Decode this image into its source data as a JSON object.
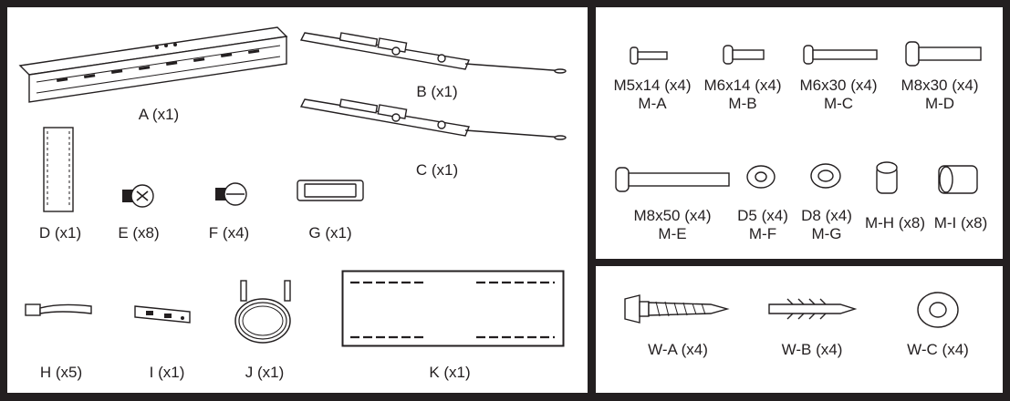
{
  "hardware_parts": [
    {
      "id": "A",
      "label": "A (x1)"
    },
    {
      "id": "B",
      "label": "B (x1)"
    },
    {
      "id": "C",
      "label": "C (x1)"
    },
    {
      "id": "D",
      "label": "D (x1)"
    },
    {
      "id": "E",
      "label": "E (x8)"
    },
    {
      "id": "F",
      "label": "F (x4)"
    },
    {
      "id": "G",
      "label": "G (x1)"
    },
    {
      "id": "H",
      "label": "H (x5)"
    },
    {
      "id": "I",
      "label": "I (x1)"
    },
    {
      "id": "J",
      "label": "J (x1)"
    },
    {
      "id": "K",
      "label": "K (x1)"
    }
  ],
  "tv_screws": [
    {
      "size": "M5x14 (x4)",
      "code": "M-A"
    },
    {
      "size": "M6x14 (x4)",
      "code": "M-B"
    },
    {
      "size": "M6x30 (x4)",
      "code": "M-C"
    },
    {
      "size": "M8x30 (x4)",
      "code": "M-D"
    },
    {
      "size": "M8x50 (x4)",
      "code": "M-E"
    },
    {
      "size": "D5 (x4)",
      "code": "M-F"
    },
    {
      "size": "D8 (x4)",
      "code": "M-G"
    },
    {
      "size": "M-H (x8)",
      "code": ""
    },
    {
      "size": "M-I (x8)",
      "code": ""
    }
  ],
  "wall_parts": [
    {
      "label": "W-A (x4)"
    },
    {
      "label": "W-B (x4)"
    },
    {
      "label": "W-C (x4)"
    }
  ]
}
